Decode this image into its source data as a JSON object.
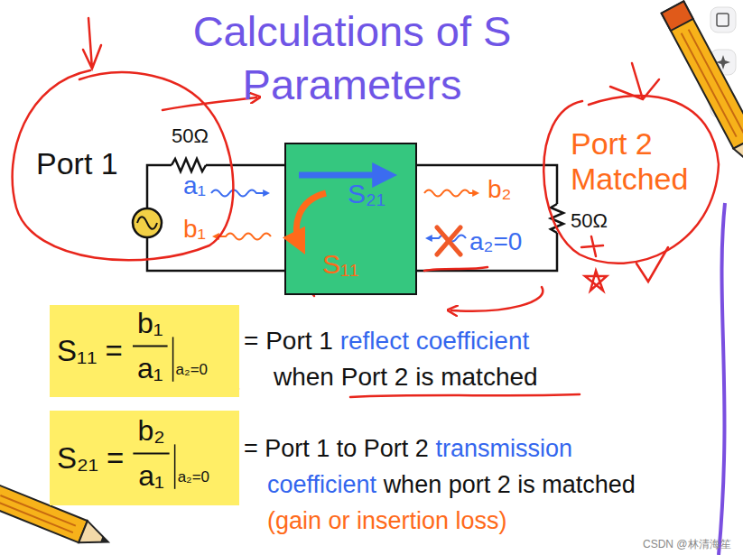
{
  "diagram": {
    "title": "Calculations of S Parameters",
    "nodes": [
      {
        "text": [
          "S₂₁",
          "S₁₁"
        ]
      },
      {
        "text": [
          "S₁₁ =",
          "b₁",
          "a₁",
          "a₂=0"
        ]
      },
      {
        "text": [
          "S₂₁ =",
          "b₂",
          "a₁",
          "a₂=0"
        ]
      }
    ],
    "labels": [
      "Port 1",
      "50Ω",
      "a₁",
      "b₁",
      "b₂",
      "a₂=0",
      "Port 2 Matched",
      "50Ω",
      "= Port 1",
      "reflect coefficient",
      "when Port 2 is matched",
      "= Port 1 to Port 2",
      "transmission",
      "coefficient",
      "when port 2 is matched",
      "(gain or insertion loss)",
      "CSDN @林清海笙"
    ]
  }
}
